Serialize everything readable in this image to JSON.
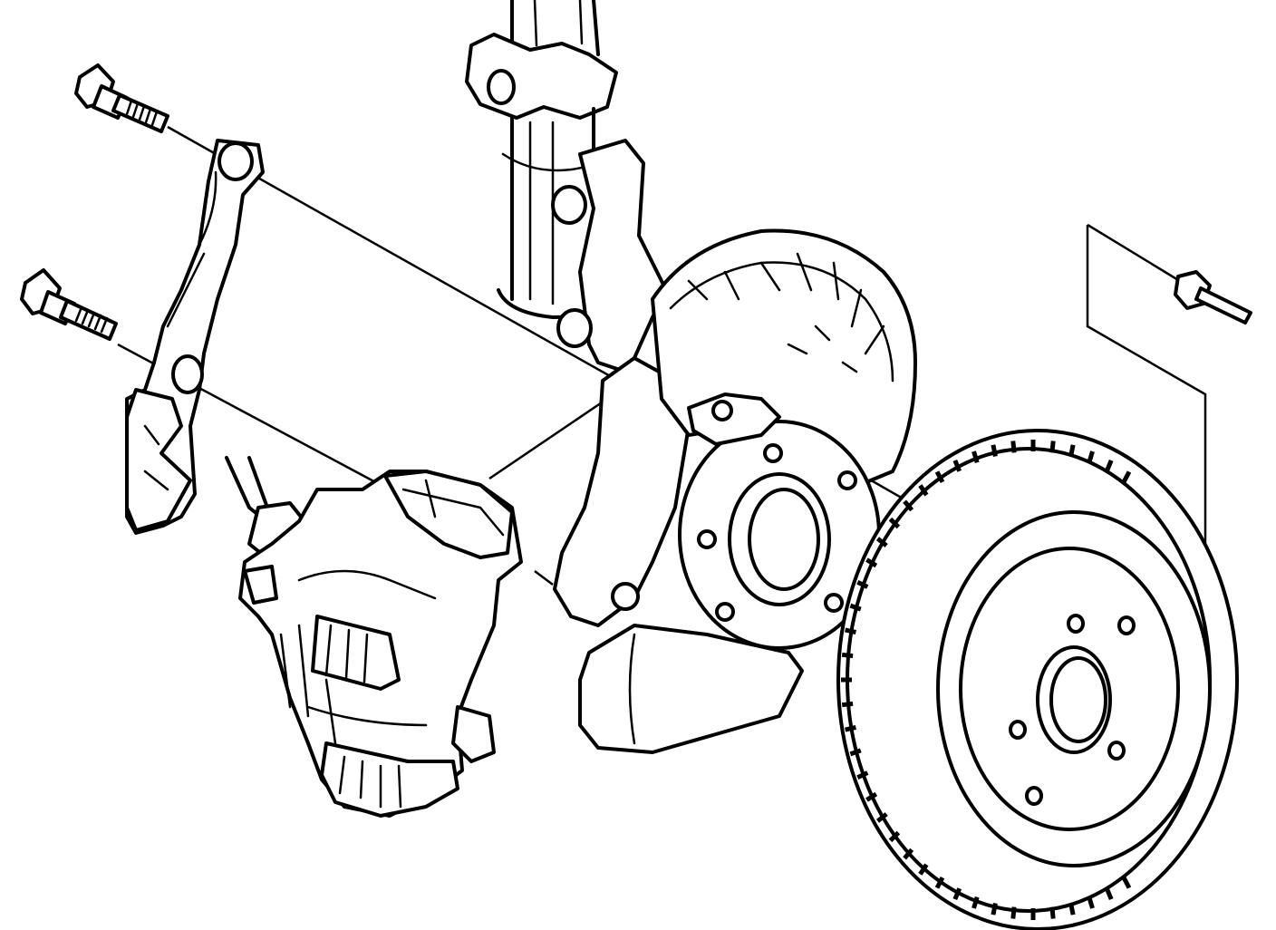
{
  "diagram": {
    "kind": "exploded-parts-illustration",
    "ink_color": "#000000",
    "background_color": "#ffffff",
    "parts": [
      "upper-bolt",
      "lower-bolt",
      "caliper-bracket",
      "brake-caliper",
      "suspension-strut",
      "steering-knuckle",
      "splash-shield",
      "wheel-hub",
      "brake-disc",
      "disc-retaining-screw"
    ]
  }
}
